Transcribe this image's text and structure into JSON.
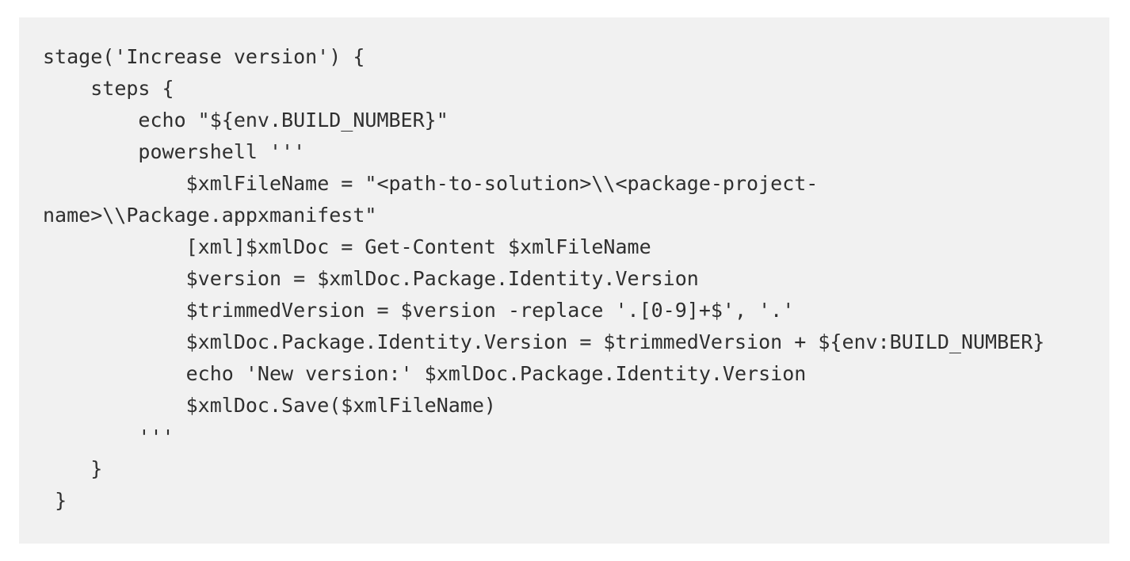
{
  "document": {
    "type": "code-snippet",
    "language": "groovy-jenkins-pipeline",
    "background_color": "#ffffff",
    "block_background_color": "#f1f1f1",
    "text_color": "#2f2f2f",
    "wrap_enabled": true
  },
  "code": {
    "text": "stage('Increase version') {\n    steps {\n        echo \"${env.BUILD_NUMBER}\"\n        powershell '''\n            $xmlFileName = \"<path-to-solution>\\\\<package-project-name>\\\\Package.appxmanifest\"\n            [xml]$xmlDoc = Get-Content $xmlFileName\n            $version = $xmlDoc.Package.Identity.Version\n            $trimmedVersion = $version -replace '.[0-9]+$', '.'\n            $xmlDoc.Package.Identity.Version = $trimmedVersion + ${env:BUILD_NUMBER}\n            echo 'New version:' $xmlDoc.Package.Identity.Version\n            $xmlDoc.Save($xmlFileName)\n        '''\n    }\n }",
    "lines": [
      "stage('Increase version') {",
      "    steps {",
      "        echo \"${env.BUILD_NUMBER}\"",
      "        powershell '''",
      "            $xmlFileName = \"<path-to-solution>\\\\<package-project-name>\\\\Package.appxmanifest\"",
      "            [xml]$xmlDoc = Get-Content $xmlFileName",
      "            $version = $xmlDoc.Package.Identity.Version",
      "            $trimmedVersion = $version -replace '.[0-9]+$', '.'",
      "            $xmlDoc.Package.Identity.Version = $trimmedVersion + ${env:BUILD_NUMBER}",
      "            echo 'New version:' $xmlDoc.Package.Identity.Version",
      "            $xmlDoc.Save($xmlFileName)",
      "        '''",
      "    }",
      " }"
    ]
  }
}
